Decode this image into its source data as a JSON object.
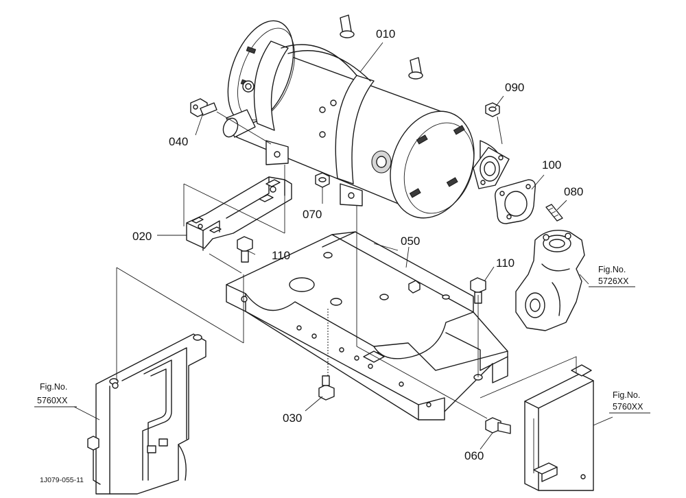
{
  "diagram": {
    "code": "1J079-055-11",
    "parts": [
      {
        "no": "010"
      },
      {
        "no": "020"
      },
      {
        "no": "030"
      },
      {
        "no": "040"
      },
      {
        "no": "050"
      },
      {
        "no": "060"
      },
      {
        "no": "070"
      },
      {
        "no": "080"
      },
      {
        "no": "090"
      },
      {
        "no": "100"
      },
      {
        "no": "110"
      },
      {
        "no": "110"
      }
    ],
    "fig_refs": [
      {
        "prefix": "Fig.No.",
        "number": "5726XX"
      },
      {
        "prefix": "Fig.No.",
        "number": "5760XX"
      },
      {
        "prefix": "Fig.No.",
        "number": "5760XX"
      }
    ]
  }
}
